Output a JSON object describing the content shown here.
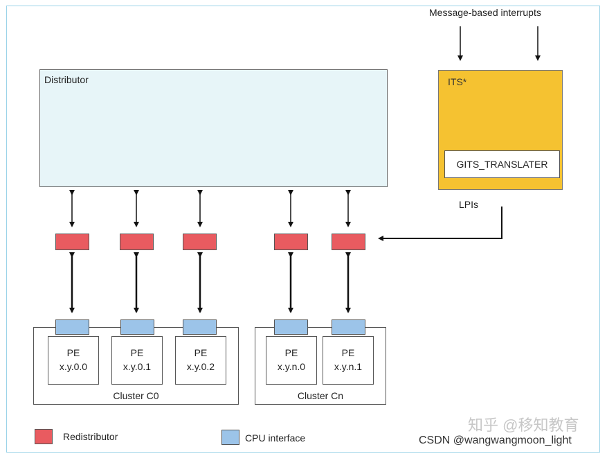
{
  "diagram": {
    "message_interrupts": "Message-based interrupts",
    "distributor": "Distributor",
    "its": "ITS*",
    "gits_translater": "GITS_TRANSLATER",
    "lpis": "LPIs",
    "clusters": [
      {
        "label": "Cluster C0",
        "pes": [
          {
            "name": "PE",
            "id": "x.y.0.0"
          },
          {
            "name": "PE",
            "id": "x.y.0.1"
          },
          {
            "name": "PE",
            "id": "x.y.0.2"
          }
        ]
      },
      {
        "label": "Cluster Cn",
        "pes": [
          {
            "name": "PE",
            "id": "x.y.n.0"
          },
          {
            "name": "PE",
            "id": "x.y.n.1"
          }
        ]
      }
    ]
  },
  "legend": {
    "redistributor": "Redistributor",
    "cpu_interface": "CPU interface"
  },
  "colors": {
    "redistributor": "#e95b60",
    "cpu_interface": "#9cc4e9",
    "distributor": "#e7f5f8",
    "its": "#f5c231"
  },
  "watermark": {
    "zhihu": "知乎 @移知教育",
    "csdn": "CSDN @wangwangmoon_light"
  }
}
